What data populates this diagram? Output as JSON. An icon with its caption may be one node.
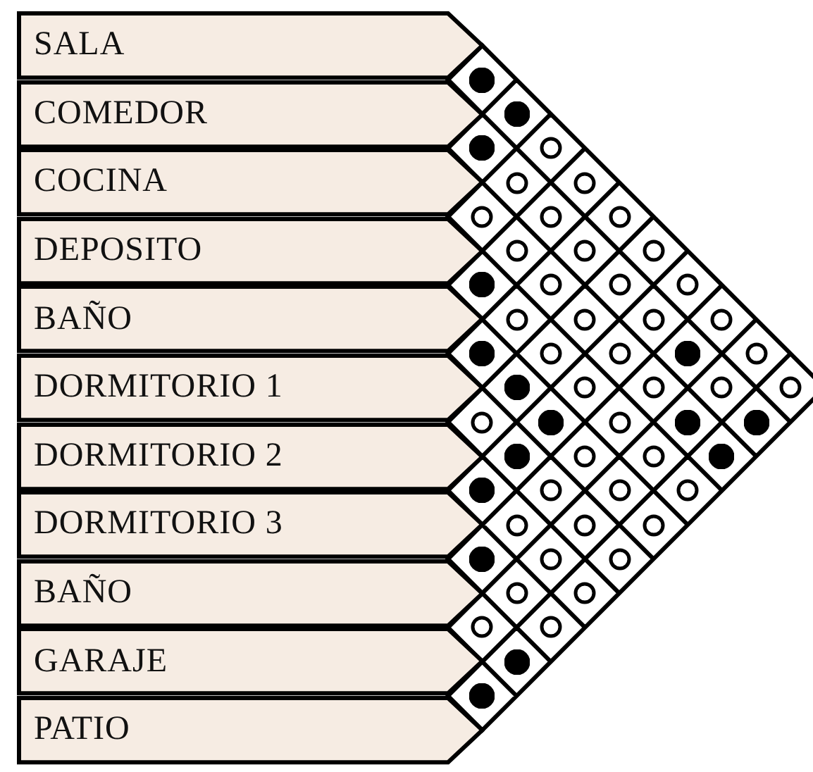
{
  "diagram": {
    "nodes": [
      {
        "text": [
          "SALA"
        ]
      },
      {
        "text": [
          "COMEDOR"
        ]
      },
      {
        "text": [
          "COCINA"
        ]
      },
      {
        "text": [
          "DEPOSITO"
        ]
      },
      {
        "text": [
          "BAÑO"
        ]
      },
      {
        "text": [
          "DORMITORIO 1"
        ]
      },
      {
        "text": [
          "DORMITORIO 2"
        ]
      },
      {
        "text": [
          "DORMITORIO 3"
        ]
      },
      {
        "text": [
          "BAÑO"
        ]
      },
      {
        "text": [
          "GARAJE"
        ]
      },
      {
        "text": [
          "PATIO"
        ]
      },
      {
        "text": [],
        "shape": "dot"
      },
      {
        "text": [],
        "shape": "dot"
      },
      {
        "text": [],
        "shape": "dot"
      },
      {
        "text": [],
        "shape": "circle"
      },
      {
        "text": [],
        "shape": "circle"
      },
      {
        "text": [],
        "shape": "circle"
      },
      {
        "text": [],
        "shape": "circle"
      },
      {
        "text": [],
        "shape": "circle"
      },
      {
        "text": [],
        "shape": "circle"
      },
      {
        "text": [],
        "shape": "circle"
      },
      {
        "text": [],
        "shape": "circle"
      },
      {
        "text": [],
        "shape": "circle"
      },
      {
        "text": [],
        "shape": "dot"
      },
      {
        "text": [],
        "shape": "circle"
      },
      {
        "text": [],
        "shape": "circle"
      },
      {
        "text": [],
        "shape": "circle"
      },
      {
        "text": [],
        "shape": "circle"
      },
      {
        "text": [],
        "shape": "circle"
      },
      {
        "text": [],
        "shape": "circle"
      },
      {
        "text": [],
        "shape": "circle"
      },
      {
        "text": [],
        "shape": "dot"
      },
      {
        "text": [],
        "shape": "circle"
      },
      {
        "text": [],
        "shape": "circle"
      },
      {
        "text": [],
        "shape": "dot"
      },
      {
        "text": [],
        "shape": "circle"
      },
      {
        "text": [],
        "shape": "dot"
      },
      {
        "text": [],
        "shape": "circle"
      },
      {
        "text": [],
        "shape": "circle"
      },
      {
        "text": [],
        "shape": "circle"
      },
      {
        "text": [],
        "shape": "circle"
      },
      {
        "text": [],
        "shape": "circle"
      },
      {
        "text": [],
        "shape": "dot"
      },
      {
        "text": [],
        "shape": "circle"
      },
      {
        "text": [],
        "shape": "dot"
      },
      {
        "text": [],
        "shape": "dot"
      },
      {
        "text": [],
        "shape": "dot"
      },
      {
        "text": [],
        "shape": "circle"
      },
      {
        "text": [],
        "shape": "circle"
      },
      {
        "text": [],
        "shape": "dot"
      },
      {
        "text": [],
        "shape": "dot"
      },
      {
        "text": [],
        "shape": "circle"
      },
      {
        "text": [],
        "shape": "circle"
      },
      {
        "text": [],
        "shape": "circle"
      },
      {
        "text": [],
        "shape": "circle"
      },
      {
        "text": [],
        "shape": "circle"
      },
      {
        "text": [],
        "shape": "circle"
      },
      {
        "text": [],
        "shape": "dot"
      },
      {
        "text": [],
        "shape": "circle"
      },
      {
        "text": [],
        "shape": "circle"
      },
      {
        "text": [],
        "shape": "circle"
      },
      {
        "text": [],
        "shape": "circle"
      },
      {
        "text": [],
        "shape": "circle"
      },
      {
        "text": [],
        "shape": "circle"
      },
      {
        "text": [],
        "shape": "dot"
      },
      {
        "text": [],
        "shape": "dot"
      }
    ]
  }
}
